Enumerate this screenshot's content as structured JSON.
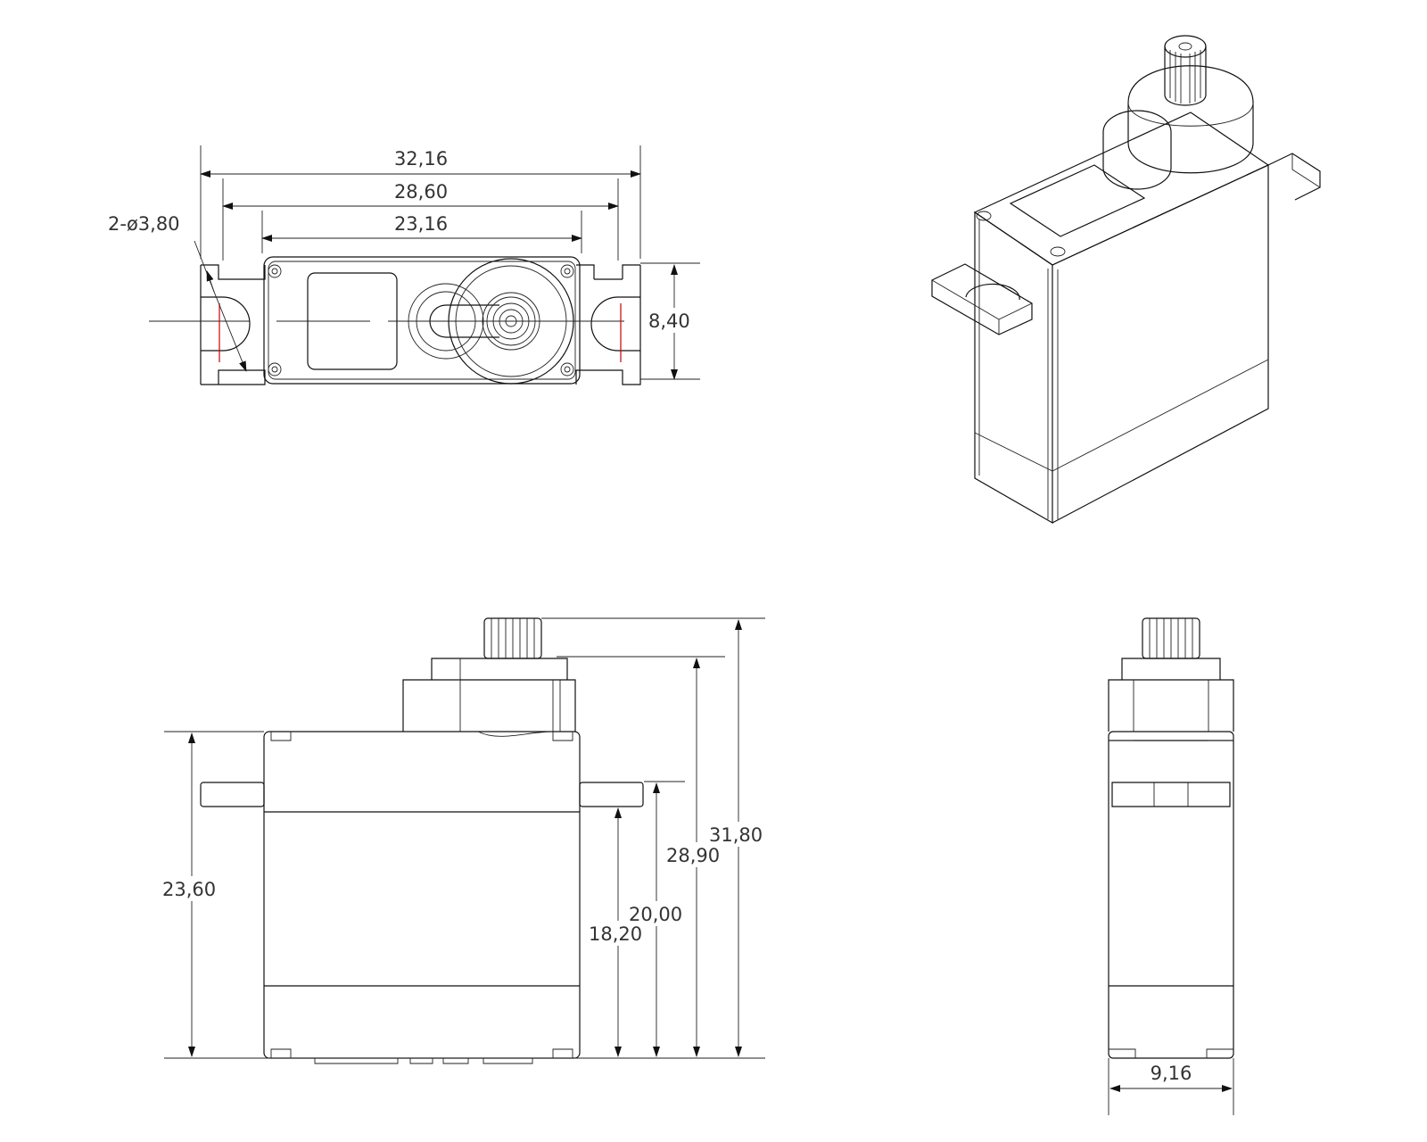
{
  "colors": {
    "line": "#111111",
    "center_mark": "#cc0000",
    "background": "#ffffff"
  },
  "top_view": {
    "overall_width": "32,16",
    "hole_spacing": "28,60",
    "body_width": "23,16",
    "holes_label": "2-ø3,80",
    "depth": "8,40"
  },
  "side_view": {
    "body_height": "23,60",
    "tab_bottom_height": "18,20",
    "tab_top_height": "20,00",
    "case_height": "28,90",
    "total_height": "31,80"
  },
  "end_view": {
    "thickness": "9,16"
  }
}
